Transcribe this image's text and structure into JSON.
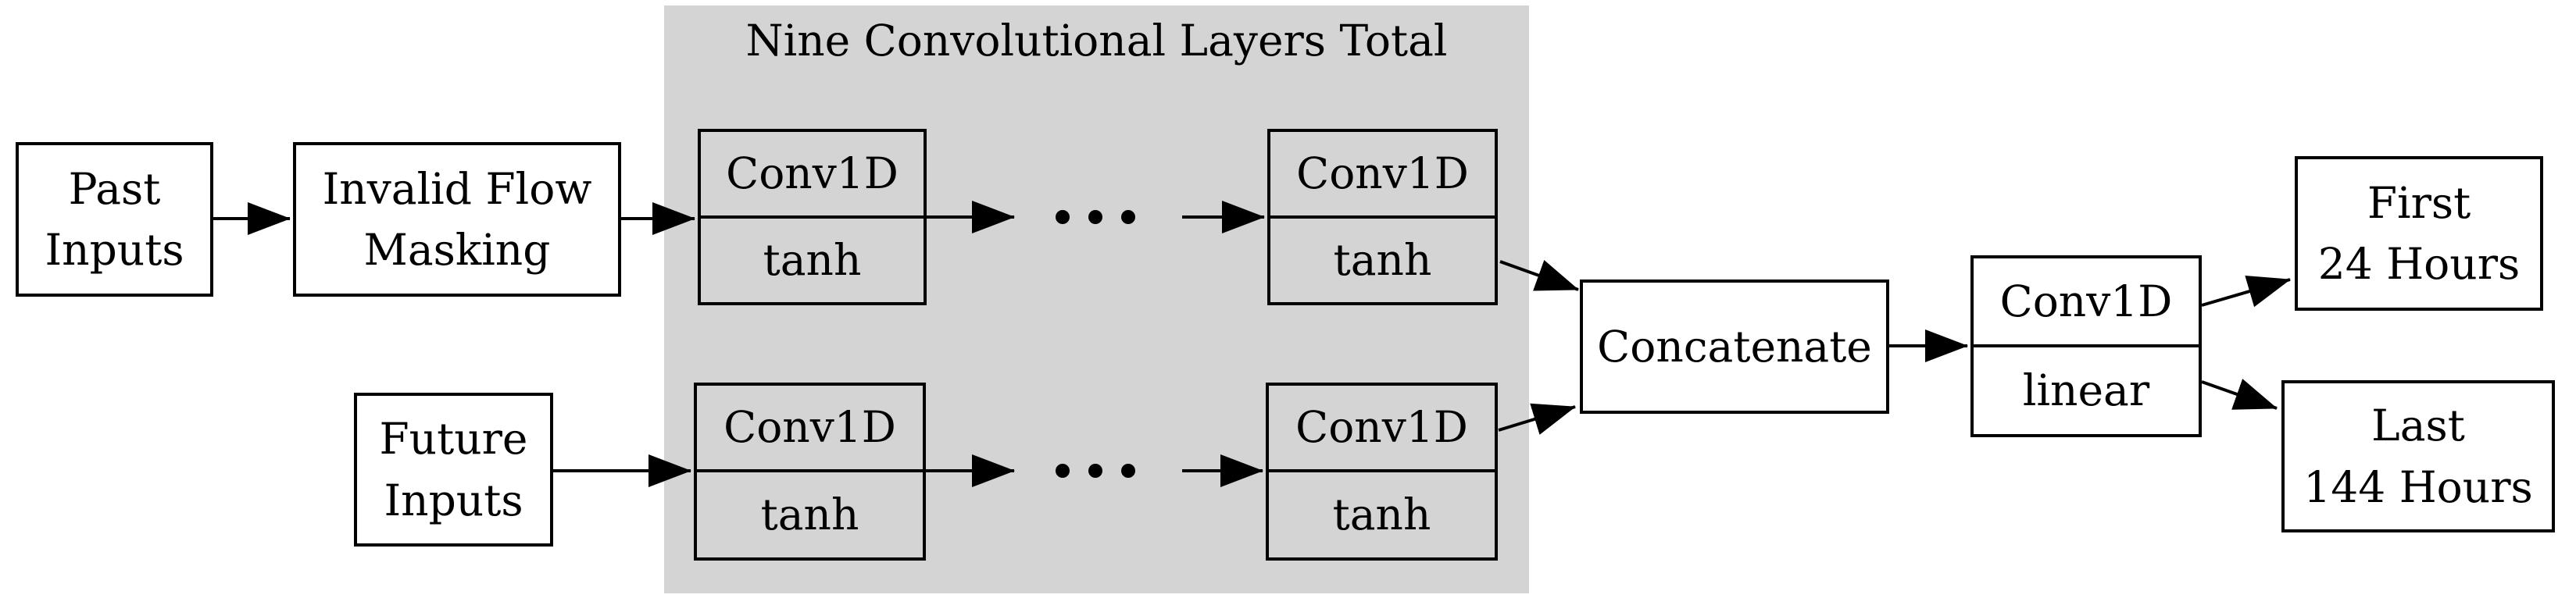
{
  "diagram": {
    "group": {
      "label": "Nine Convolutional Layers Total",
      "background": "#d4d4d4"
    },
    "colors": {
      "line": "#000000",
      "box_background": "#ffffff",
      "text": "#000000"
    },
    "nodes": {
      "past_inputs": {
        "line1": "Past",
        "line2": "Inputs"
      },
      "invalid_flow_masking": {
        "line1": "Invalid Flow",
        "line2": "Masking"
      },
      "future_inputs": {
        "line1": "Future",
        "line2": "Inputs"
      },
      "conv_past_first": {
        "op": "Conv1D",
        "activation": "tanh"
      },
      "conv_past_last": {
        "op": "Conv1D",
        "activation": "tanh"
      },
      "conv_future_first": {
        "op": "Conv1D",
        "activation": "tanh"
      },
      "conv_future_last": {
        "op": "Conv1D",
        "activation": "tanh"
      },
      "concatenate": {
        "label": "Concatenate"
      },
      "conv_output": {
        "op": "Conv1D",
        "activation": "linear"
      },
      "first_24_hours": {
        "line1": "First",
        "line2": "24 Hours"
      },
      "last_144_hours": {
        "line1": "Last",
        "line2": "144 Hours"
      }
    }
  }
}
